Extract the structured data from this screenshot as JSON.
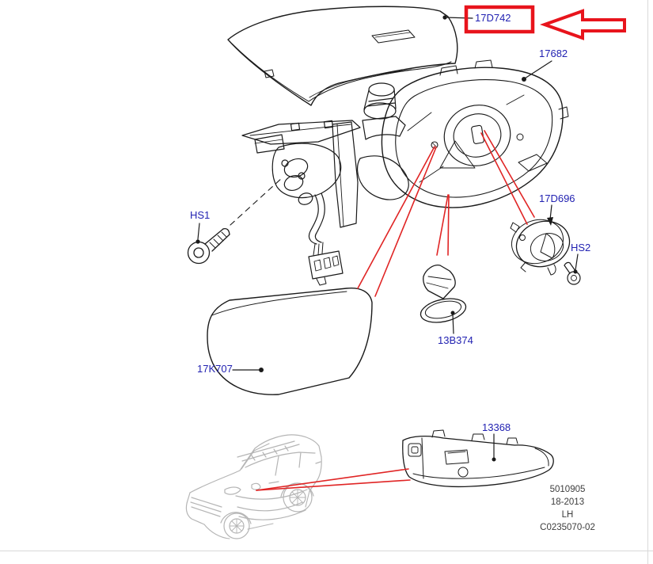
{
  "diagram_type": "exploded-parts-diagram",
  "colors": {
    "label_blue": "#2222b2",
    "highlight_red": "#e8141c",
    "pointer_red": "#e02525",
    "line_black": "#1a1a1a",
    "vehicle_gray": "#b5b5b5",
    "footer_gray": "#3d3d3d"
  },
  "callouts": {
    "p17D742": {
      "label": "17D742",
      "highlighted": true
    },
    "p17682": {
      "label": "17682"
    },
    "pHS1": {
      "label": "HS1"
    },
    "p17D696": {
      "label": "17D696"
    },
    "pHS2": {
      "label": "HS2"
    },
    "p17K707": {
      "label": "17K707"
    },
    "p13B374": {
      "label": "13B374"
    },
    "p13368": {
      "label": "13368"
    }
  },
  "footer": {
    "sheet_number": "5010905",
    "date_code": "18-2013",
    "side": "LH",
    "drawing_number": "C0235070-02"
  }
}
